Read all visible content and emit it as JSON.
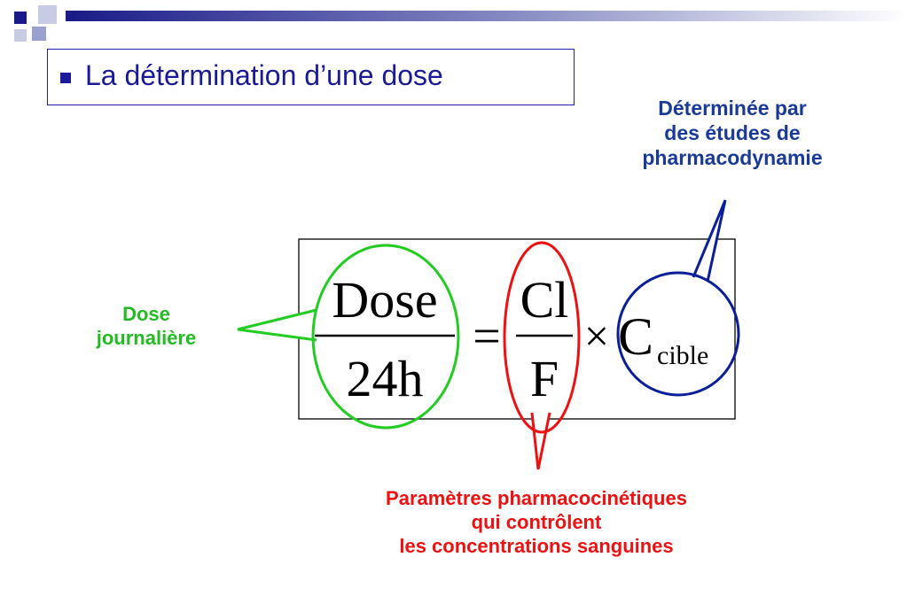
{
  "title": {
    "text": "La détermination d’une dose"
  },
  "formula": {
    "numerator_left": "Dose",
    "denominator_left": "24h",
    "equals": "=",
    "numerator_right": "Cl",
    "denominator_right": "F",
    "times": "×",
    "target_symbol": "C",
    "target_subscript": "cible"
  },
  "annotations": {
    "pharmacodynamics": [
      "Déterminée par",
      "des études de",
      "pharmacodynamie"
    ],
    "daily_dose": [
      "Dose",
      "journalière"
    ],
    "pharmacokinetics": [
      "Paramètres pharmacocinétiques",
      "qui contrôlent",
      "les concentrations sanguines"
    ]
  },
  "colors": {
    "title": "#1a1a99",
    "blue_callout": "#1a3a99",
    "green_callout": "#22bb22",
    "red_callout": "#ee1111"
  }
}
